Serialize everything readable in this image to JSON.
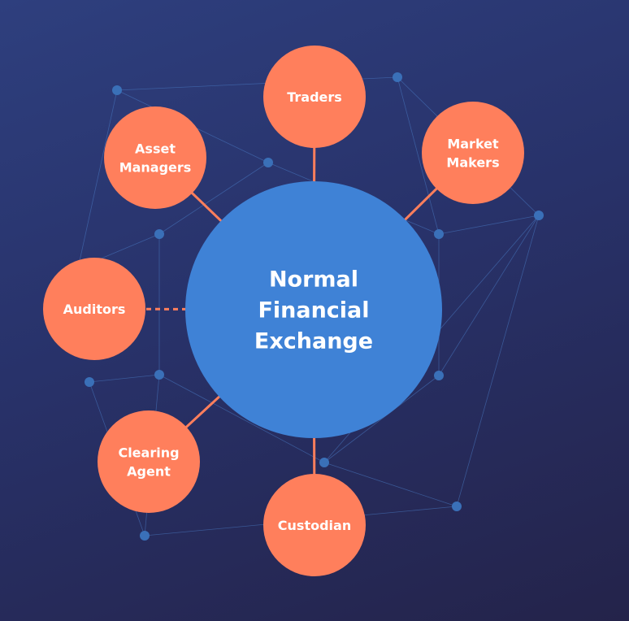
{
  "center": {
    "lines": [
      "Normal",
      "Financial",
      "Exchange"
    ]
  },
  "nodes": [
    {
      "id": "traders",
      "lines": [
        "Traders"
      ]
    },
    {
      "id": "market-makers",
      "lines": [
        "Market",
        "Makers"
      ]
    },
    {
      "id": "asset-managers",
      "lines": [
        "Asset",
        "Managers"
      ]
    },
    {
      "id": "auditors",
      "lines": [
        "Auditors"
      ]
    },
    {
      "id": "clearing-agent",
      "lines": [
        "Clearing",
        "Agent"
      ]
    },
    {
      "id": "custodian",
      "lines": [
        "Custodian"
      ]
    }
  ],
  "colors": {
    "center_fill": "#3f82d6",
    "node_fill": "#ff7f5c",
    "connector": "#ff7f5c",
    "network_line": "#4a7bc4",
    "network_dot": "#3a70b8"
  }
}
